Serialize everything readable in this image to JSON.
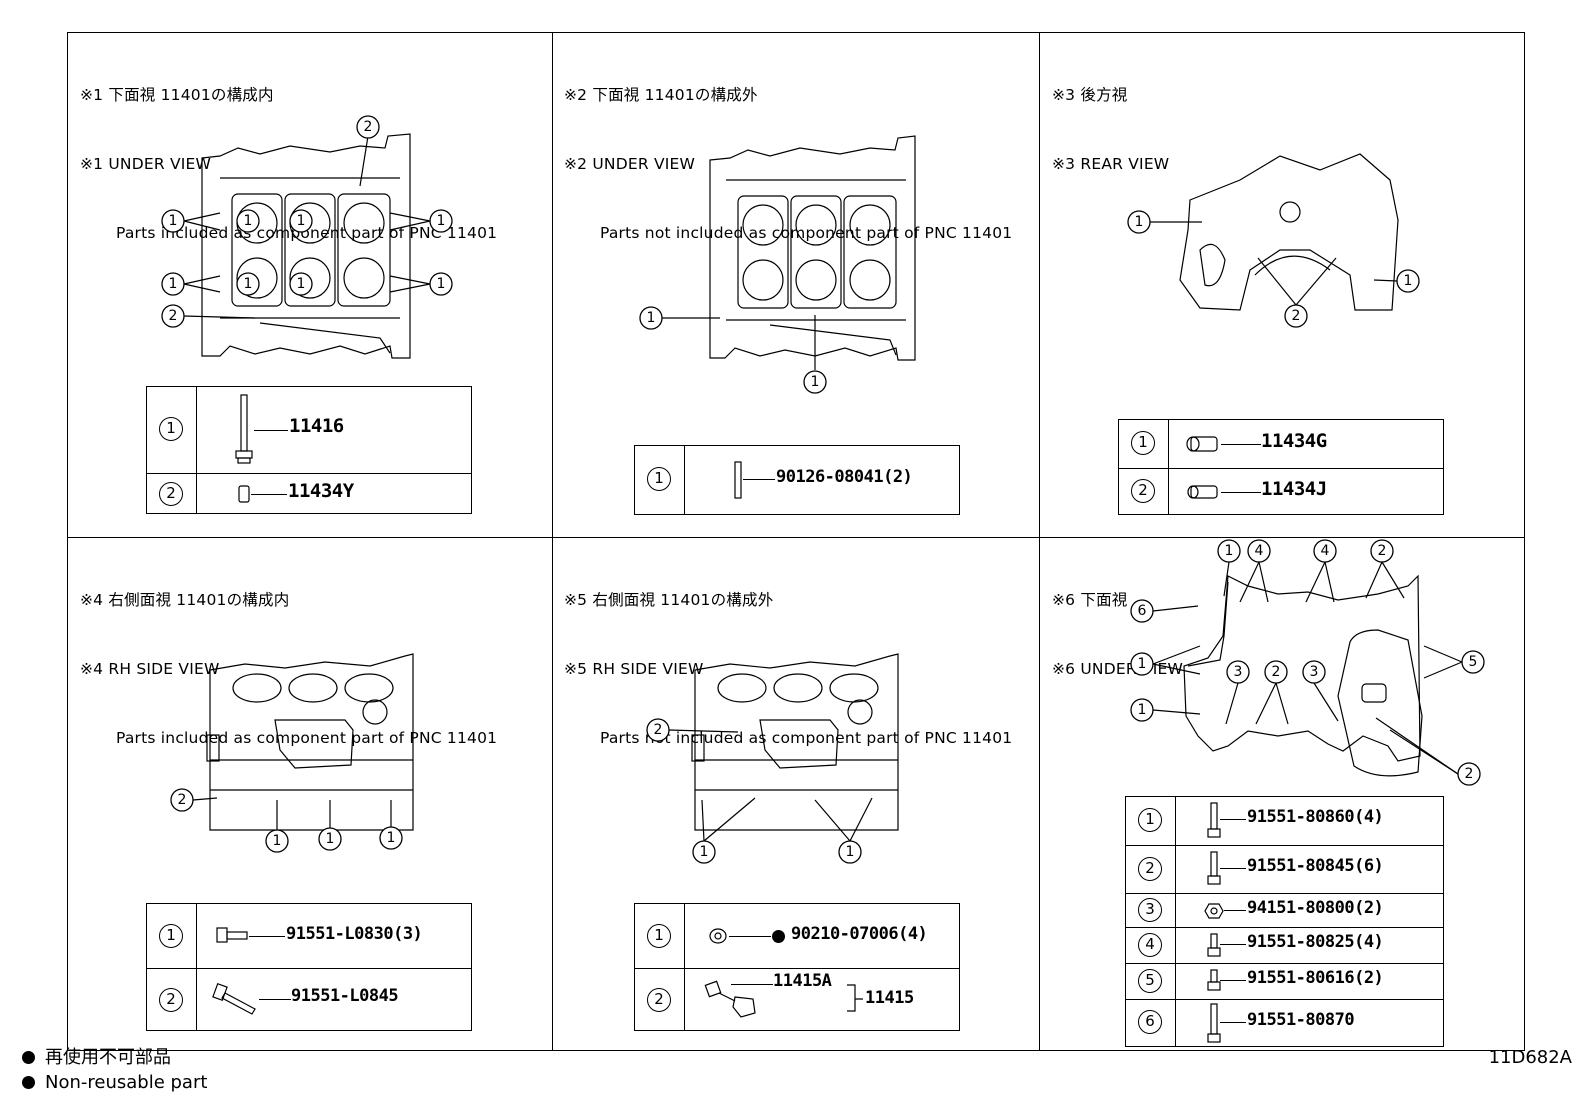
{
  "panels": [
    {
      "jp": "※1 下面視 11401の構成内",
      "en": "※1 UNDER VIEW",
      "desc": "Parts included as component part of PNC 11401",
      "parts": [
        {
          "num": "1",
          "pn": "11416"
        },
        {
          "num": "2",
          "pn": "11434Y"
        }
      ]
    },
    {
      "jp": "※2 下面視 11401の構成外",
      "en": "※2 UNDER VIEW",
      "desc": "Parts not included as component part of PNC 11401",
      "parts": [
        {
          "num": "1",
          "pn": "90126-08041(2)"
        }
      ]
    },
    {
      "jp": "※3 後方視",
      "en": "※3 REAR VIEW",
      "desc": "",
      "parts": [
        {
          "num": "1",
          "pn": "11434G"
        },
        {
          "num": "2",
          "pn": "11434J"
        }
      ]
    },
    {
      "jp": "※4 右側面視 11401の構成内",
      "en": "※4 RH SIDE VIEW",
      "desc": "Parts included as component part of PNC 11401",
      "parts": [
        {
          "num": "1",
          "pn": "91551-L0830(3)"
        },
        {
          "num": "2",
          "pn": "91551-L0845"
        }
      ]
    },
    {
      "jp": "※5 右側面視 11401の構成外",
      "en": "※5 RH SIDE VIEW",
      "desc": "Parts not included as component part of PNC 11401",
      "parts": [
        {
          "num": "1",
          "pn": "90210-07006(4)",
          "non_reusable": true
        },
        {
          "num": "2",
          "pn": "11415A",
          "group": "11415"
        }
      ]
    },
    {
      "jp": "※6 下面視",
      "en": "※6 UNDER VIEW",
      "desc": "",
      "parts": [
        {
          "num": "1",
          "pn": "91551-80860(4)"
        },
        {
          "num": "2",
          "pn": "91551-80845(6)"
        },
        {
          "num": "3",
          "pn": "94151-80800(2)"
        },
        {
          "num": "4",
          "pn": "91551-80825(4)"
        },
        {
          "num": "5",
          "pn": "91551-80616(2)"
        },
        {
          "num": "6",
          "pn": "91551-80870"
        }
      ]
    }
  ],
  "callout_labels": {
    "one": "1",
    "two": "2",
    "three": "3",
    "four": "4",
    "five": "5",
    "six": "6"
  },
  "legend": {
    "jp": "再使用不可部品",
    "en": "Non-reusable part"
  },
  "figure_code": "11D682A"
}
